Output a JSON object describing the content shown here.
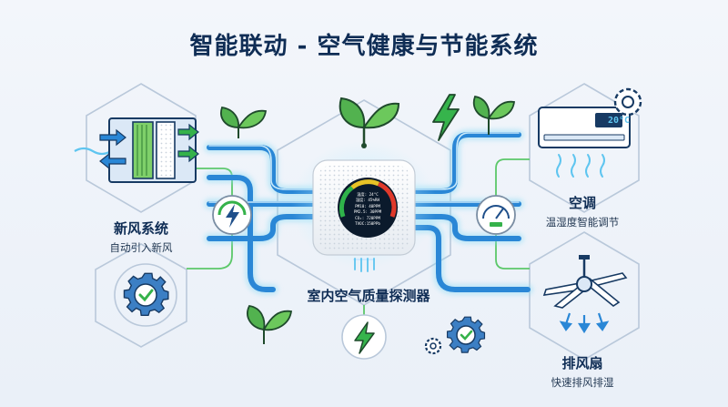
{
  "title": "智能联动 - 空气健康与节能系统",
  "center": {
    "label": "室内空气质量探测器",
    "readings": [
      "温度: 24°C",
      "湿度: 45%RH",
      "PM10: 40PPM",
      "PM2.5: 30PPM",
      "CO₂: 720PPM",
      "TVOC:150PPb"
    ]
  },
  "nodes": {
    "fresh_air": {
      "name": "新风系统",
      "desc": "自动引入新风"
    },
    "ac": {
      "name": "空调",
      "desc": "温湿度智能调节",
      "display": "20°C"
    },
    "fan": {
      "name": "排风扇",
      "desc": "快速排风排湿"
    }
  },
  "colors": {
    "navy": "#0f2d55",
    "pipe_blue": "#2a87d6",
    "pipe_glow": "#8fdcf5",
    "accent_green": "#35b24a",
    "hex_line": "#b9c8da"
  },
  "icons": [
    "fresh-air-filter-icon",
    "air-conditioner-icon",
    "ceiling-fan-icon",
    "lightning-icon",
    "gauge-icon",
    "gear-check-icon",
    "leaf-icon",
    "air-quality-sensor-icon"
  ]
}
